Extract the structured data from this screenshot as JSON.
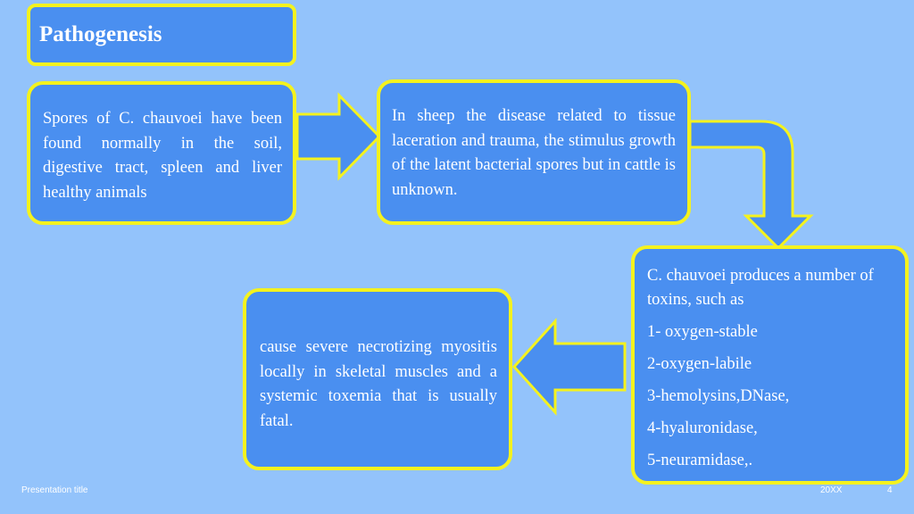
{
  "title": "Pathogenesis",
  "box1": {
    "text": "Spores of C. chauvoei have been found normally in the soil, digestive tract, spleen and liver healthy animals"
  },
  "box2": {
    "text": "In sheep the disease related to tissue laceration and trauma, the stimulus growth of the latent bacterial spores but in cattle is unknown."
  },
  "box3": {
    "intro": "C. chauvoei produces a number of toxins, such as",
    "items": [
      "1- oxygen-stable",
      "2-oxygen-labile",
      "3-hemolysins,DNase,",
      "4-hyaluronidase,",
      "5-neuramidase,."
    ]
  },
  "box4": {
    "text": "cause severe necrotizing myositis locally in skeletal muscles and a systemic toxemia that is usually fatal."
  },
  "footer": {
    "left": "Presentation title",
    "date": "20XX",
    "page": "4"
  },
  "colors": {
    "background": "#93c3fb",
    "box_fill": "#4a8ff0",
    "border": "#f4f21e"
  }
}
